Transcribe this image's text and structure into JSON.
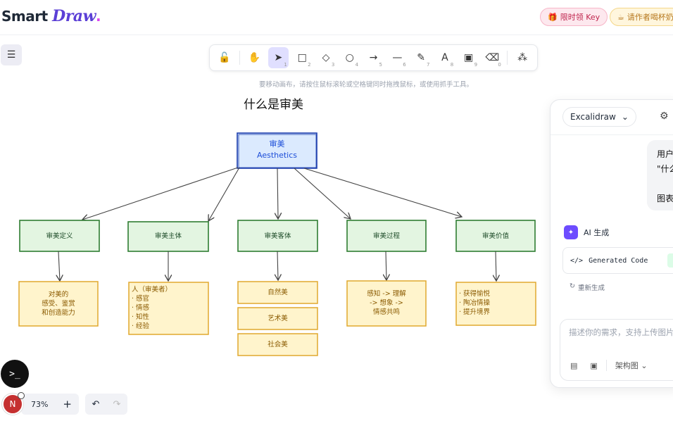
{
  "header": {
    "logo_main": "Smart ",
    "logo_accent": "Draw",
    "logo_dot": ".",
    "key_pill": "限时领 Key",
    "coffee_pill": "请作者喝杯奶"
  },
  "toolbar": {
    "tools": [
      {
        "name": "lock",
        "glyph": "🔓",
        "num": ""
      },
      {
        "name": "hand",
        "glyph": "✋",
        "num": ""
      },
      {
        "name": "select",
        "glyph": "➤",
        "num": "1",
        "active": true
      },
      {
        "name": "rectangle",
        "glyph": "□",
        "num": "2"
      },
      {
        "name": "diamond",
        "glyph": "◇",
        "num": "3"
      },
      {
        "name": "ellipse",
        "glyph": "○",
        "num": "4"
      },
      {
        "name": "arrow",
        "glyph": "→",
        "num": "5"
      },
      {
        "name": "line",
        "glyph": "—",
        "num": "6"
      },
      {
        "name": "pencil",
        "glyph": "✎",
        "num": "7"
      },
      {
        "name": "text",
        "glyph": "A",
        "num": "8"
      },
      {
        "name": "image",
        "glyph": "▣",
        "num": "9"
      },
      {
        "name": "eraser",
        "glyph": "⌫",
        "num": "0"
      },
      {
        "name": "more-shapes",
        "glyph": "⁂",
        "num": ""
      }
    ]
  },
  "canvas": {
    "hint": "要移动画布，请按住鼠标滚轮或空格键同时拖拽鼠标，或使用抓手工具。",
    "title": "什么是审美",
    "root": {
      "line1": "审美",
      "line2": "Aesthetics"
    },
    "categories": [
      "审美定义",
      "审美主体",
      "审美客体",
      "审美过程",
      "审美价值"
    ],
    "details": {
      "definition": [
        "对美的",
        "感受、鉴赏",
        "和创造能力"
      ],
      "subject": [
        "人（审美者）",
        "· 感官",
        "· 情感",
        "· 知性",
        "· 经验"
      ],
      "object": [
        "自然美",
        "艺术美",
        "社会美"
      ],
      "process": [
        "感知 -> 理解",
        "-> 想象 ->",
        "情感共鸣"
      ],
      "value": [
        "· 获得愉悦",
        "· 陶冶情操",
        "· 提升境界"
      ]
    }
  },
  "panel": {
    "model": "Excalidraw",
    "user_message": [
      "用户",
      "\"什么",
      "",
      "图表"
    ],
    "ai_label": "AI 生成",
    "generated_code": "Generated Code",
    "regenerate": "重新生成",
    "input_placeholder": "描述你的需求，支持上传图片",
    "diagram_type": "架构图"
  },
  "footer": {
    "zoom": "73%",
    "avatar": "N"
  },
  "colors": {
    "accent": "#5b3fd6",
    "root_fill": "#dbeafe",
    "root_stroke": "#1e40af",
    "green_fill": "#e3f5e1",
    "green_stroke": "#2f7d32",
    "yellow_fill": "#fff4cc",
    "yellow_stroke": "#e0a82e"
  }
}
